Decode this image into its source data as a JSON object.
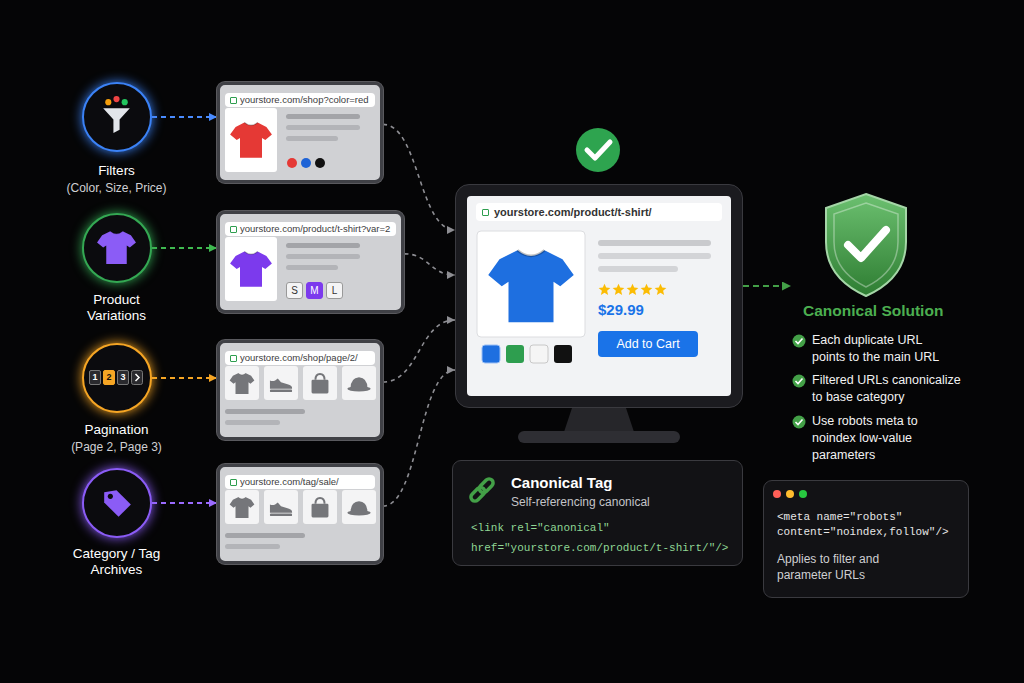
{
  "diagram": {
    "nodes": [
      {
        "text": [
          "Filters",
          "(Color, Size, Price)"
        ]
      },
      {
        "text": [
          "yourstore.com/shop?color=red"
        ]
      },
      {
        "text": [
          "Product Variations"
        ]
      },
      {
        "text": [
          "yourstore.com/product/t-shirt?var=2",
          "S",
          "M",
          "L"
        ]
      },
      {
        "text": [
          "1",
          "2",
          "3",
          "Pagination",
          "(Page 2, Page 3)"
        ]
      },
      {
        "text": [
          "yourstore.com/shop/page/2/"
        ]
      },
      {
        "text": [
          "Category / Tag Archives"
        ]
      },
      {
        "text": [
          "yourstore.com/tag/sale/"
        ]
      },
      {
        "text": [
          "yourstore.com/product/t-shirt/",
          "$29.99"
        ]
      },
      {
        "text": [
          "Add to Cart"
        ],
        "in": 8
      },
      {
        "text": [
          "Canonical Tag",
          "Self-referencing canonical",
          "<link rel=\"canonical\" href=\"yourstore.com/product/t-shirt/\"/>"
        ]
      },
      {
        "text": [
          "Canonical Solution"
        ]
      },
      {
        "text": [
          "<meta name=\"robots\" content=\"noindex,follow\"/>",
          "Applies to filter and parameter URLs"
        ]
      }
    ],
    "edges": [
      {
        "from": 0,
        "to": 1,
        "arrow": "to"
      },
      {
        "from": 2,
        "to": 3,
        "arrow": "to"
      },
      {
        "from": 4,
        "to": 5,
        "arrow": "to"
      },
      {
        "from": 6,
        "to": 7,
        "arrow": "to"
      },
      {
        "from": 1,
        "to": 8,
        "arrow": "to"
      },
      {
        "from": 3,
        "to": 8,
        "arrow": "to"
      },
      {
        "from": 5,
        "to": 8,
        "arrow": "to"
      },
      {
        "from": 7,
        "to": 8,
        "arrow": "to"
      },
      {
        "from": 8,
        "to": 11,
        "arrow": "to"
      }
    ],
    "labels": [
      "Each duplicate URL points to the main URL",
      "Filtered URLs canonicalize to base category",
      "Use robots meta to noindex low-value parameters"
    ]
  }
}
